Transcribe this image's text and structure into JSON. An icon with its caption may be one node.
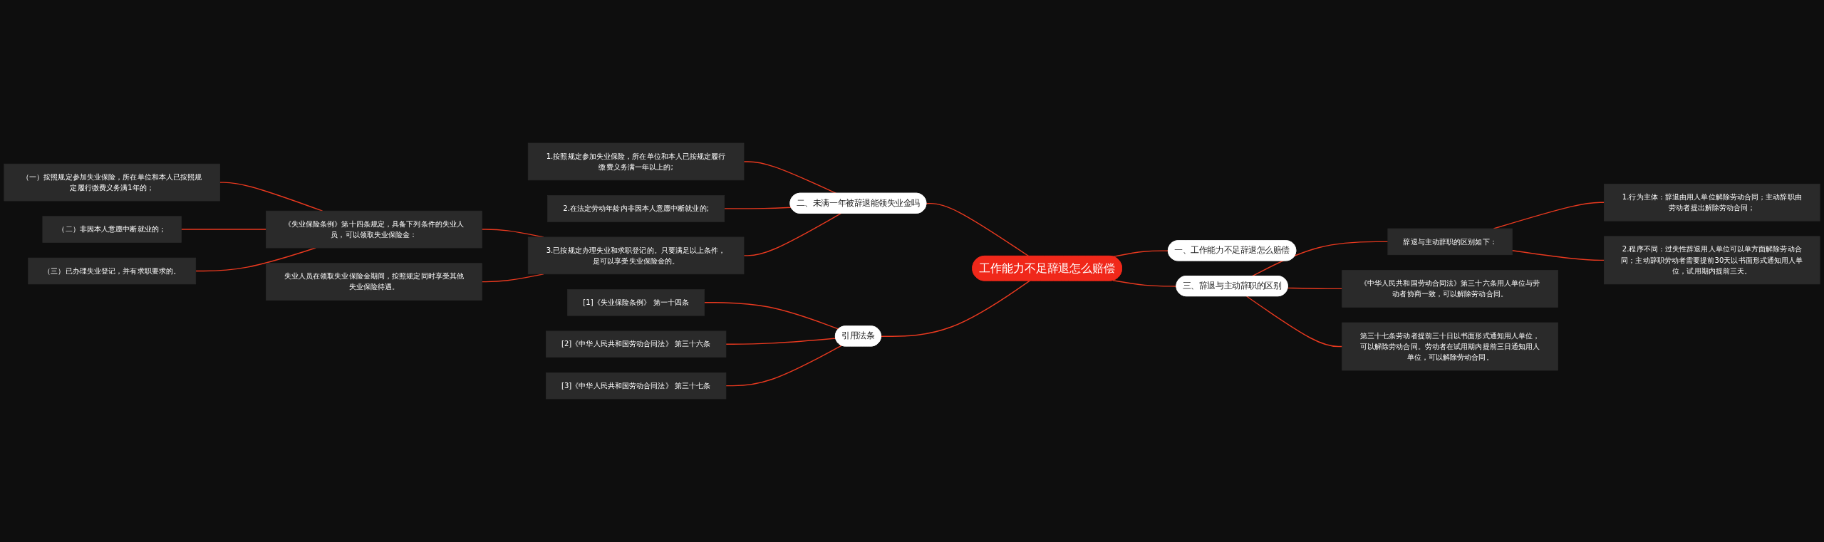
{
  "diagram": {
    "nodes": [
      {
        "text": [
          "工作能力不足辞退怎么赔偿"
        ]
      },
      {
        "text": [
          "二、未满一年被辞退能领失业金吗"
        ]
      },
      {
        "text": [
          "1.按照规定参加失业保险，所在单位和本人已按规定履行缴费义务满一年以上的;"
        ]
      },
      {
        "text": [
          "2.在法定劳动年龄内非因本人意愿中断就业的;"
        ]
      },
      {
        "text": [
          "3.已按规定办理失业和求职登记的。只要满足以上条件，是可以享受失业保险金的。"
        ]
      },
      {
        "text": [
          "《失业保险条例》第十四条规定，具备下列条件的失业人员，可以领取失业保险金："
        ]
      },
      {
        "text": [
          "（一）按照规定参加失业保险，所在单位和本人已按照规定履行缴费义务满1年的；"
        ]
      },
      {
        "text": [
          "（二）非因本人意愿中断就业的；"
        ]
      },
      {
        "text": [
          "（三）已办理失业登记，并有求职要求的。"
        ]
      },
      {
        "text": [
          "失业人员在领取失业保险金期间，按照规定同时享受其他失业保险待遇。"
        ]
      },
      {
        "text": [
          "引用法条"
        ]
      },
      {
        "text": [
          "[1]《失业保险条例》 第一十四条"
        ]
      },
      {
        "text": [
          "[2]《中华人民共和国劳动合同法》 第三十六条"
        ]
      },
      {
        "text": [
          "[3]《中华人民共和国劳动合同法》 第三十七条"
        ]
      },
      {
        "text": [
          "一、工作能力不足辞退怎么赔偿"
        ]
      },
      {
        "text": [
          "三、辞退与主动辞职的区别"
        ]
      },
      {
        "text": [
          "辞退与主动辞职的区别如下："
        ]
      },
      {
        "text": [
          "1.行为主体：辞退由用人单位解除劳动合同；主动辞职由劳动者提出解除劳动合同；"
        ]
      },
      {
        "text": [
          "2.程序不同：过失性辞退用人单位可以单方面解除劳动合同；主动辞职劳动者需要提前30天以书面形式通知用人单位，试用期内提前三天。"
        ]
      },
      {
        "text": [
          "《中华人民共和国劳动合同法》第三十六条用人单位与劳动者协商一致，可以解除劳动合同。"
        ]
      },
      {
        "text": [
          "第三十七条劳动者提前三十日以书面形式通知用人单位，可以解除劳动合同。劳动者在试用期内提前三日通知用人单位，可以解除劳动合同。"
        ]
      }
    ],
    "edges": [
      {
        "from": 0,
        "to": 1,
        "arrow": "none"
      },
      {
        "from": 1,
        "to": 2,
        "arrow": "none"
      },
      {
        "from": 1,
        "to": 3,
        "arrow": "none"
      },
      {
        "from": 1,
        "to": 4,
        "arrow": "none"
      },
      {
        "from": 4,
        "to": 5,
        "arrow": "none"
      },
      {
        "from": 5,
        "to": 6,
        "arrow": "none"
      },
      {
        "from": 5,
        "to": 7,
        "arrow": "none"
      },
      {
        "from": 5,
        "to": 8,
        "arrow": "none"
      },
      {
        "from": 4,
        "to": 9,
        "arrow": "none"
      },
      {
        "from": 0,
        "to": 10,
        "arrow": "none"
      },
      {
        "from": 10,
        "to": 11,
        "arrow": "none"
      },
      {
        "from": 10,
        "to": 12,
        "arrow": "none"
      },
      {
        "from": 10,
        "to": 13,
        "arrow": "none"
      },
      {
        "from": 0,
        "to": 14,
        "arrow": "none"
      },
      {
        "from": 0,
        "to": 15,
        "arrow": "none"
      },
      {
        "from": 15,
        "to": 16,
        "arrow": "none"
      },
      {
        "from": 16,
        "to": 17,
        "arrow": "none"
      },
      {
        "from": 16,
        "to": 18,
        "arrow": "none"
      },
      {
        "from": 15,
        "to": 19,
        "arrow": "none"
      },
      {
        "from": 15,
        "to": 20,
        "arrow": "none"
      }
    ]
  }
}
